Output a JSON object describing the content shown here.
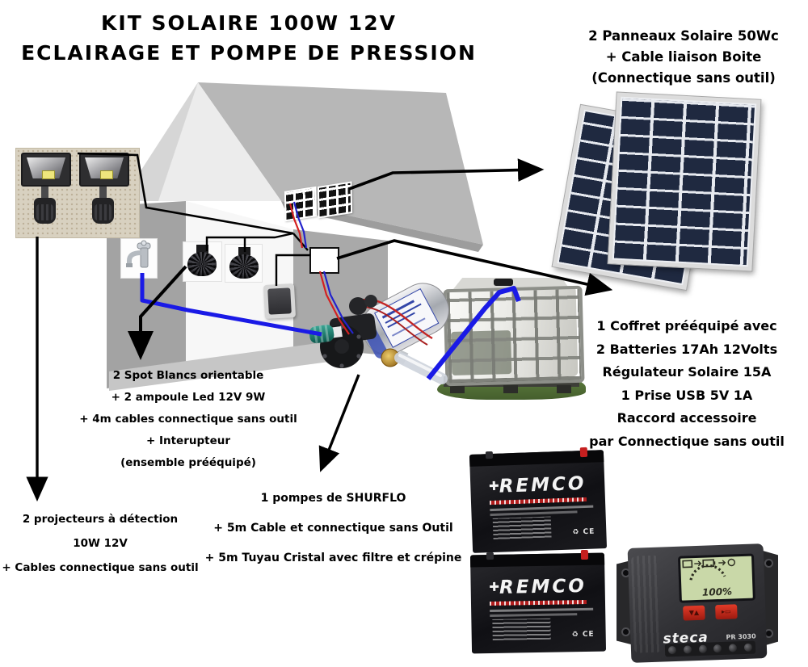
{
  "title": {
    "line1": "KIT SOLAIRE 100W 12V",
    "line2": "ECLAIRAGE ET POMPE DE PRESSION"
  },
  "annotations": {
    "panels": [
      "2 Panneaux Solaire 50Wc",
      "+ Cable liaison Boite",
      "(Connectique sans outil)"
    ],
    "coffret": [
      "1 Coffret prééquipé avec",
      "2 Batteries 17Ah 12Volts",
      "Régulateur Solaire 15A",
      "1 Prise USB 5V 1A",
      "Raccord accessoire",
      "par Connectique sans outil"
    ],
    "spots": [
      "2 Spot Blancs orientable",
      "+ 2 ampoule Led 12V 9W",
      "+ 4m cables connectique sans outil",
      "+ Interupteur",
      "(ensemble prééquipé)"
    ],
    "projecteurs": [
      "2 projecteurs à détection",
      "10W 12V",
      "+ Cables connectique sans outil"
    ],
    "pompe": [
      "1 pompes de SHURFLO",
      "+ 5m Cable et connectique sans Outil",
      "+ 5m Tuyau Cristal avec filtre et crépine"
    ]
  },
  "battery": {
    "brand": "REMCO",
    "cert": "♻ CE"
  },
  "controller": {
    "brand": "steca",
    "model": "PR 3030",
    "display_value": "100%"
  },
  "icons": {
    "battery_plus": "✚",
    "controller_up_down": "▼▲",
    "controller_battery_mode": "▸▭"
  },
  "colors": {
    "wire_red": "#d42020",
    "wire_blue": "#2323cc",
    "pipe_blue": "#1a1ae6",
    "arrow_black": "#000000",
    "roof_grey": "#b7b7b7",
    "panel_cell_navy": "#1f2940"
  }
}
